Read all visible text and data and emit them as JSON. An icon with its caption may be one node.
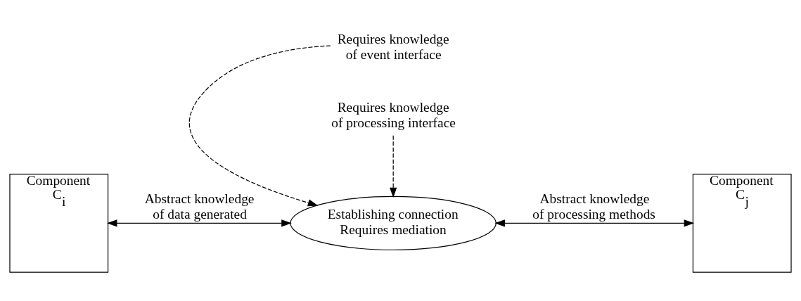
{
  "diagram": {
    "nodes": [
      {
        "text": [
          "Component C$_{i}$"
        ]
      },
      {
        "text": [
          "Establishing connection",
          "Requires mediation"
        ]
      },
      {
        "text": [
          "Component C$_{j}$"
        ]
      },
      {
        "text": [
          "Requires knowledge of event interface"
        ]
      },
      {
        "text": [
          "Requires knowledge of processing interface"
        ]
      }
    ],
    "edges": [
      {
        "from": 0,
        "to": 1,
        "arrow": "both",
        "label": "Abstract knowledge of data generated"
      },
      {
        "from": 1,
        "to": 2,
        "arrow": "both",
        "label": "Abstract knowledge of processing methods"
      },
      {
        "from": 3,
        "to": 1,
        "arrow": "to",
        "style": "dashed"
      },
      {
        "from": 4,
        "to": 1,
        "arrow": "to",
        "style": "dashed"
      }
    ]
  }
}
